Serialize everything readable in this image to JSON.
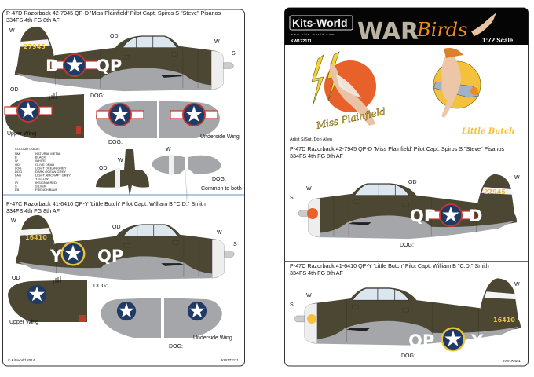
{
  "labels": {
    "od": "OD",
    "w": "W",
    "s": "S",
    "dog": "DOG:",
    "upper_wing": "Upper Wing",
    "underside_wing": "Underside Wing",
    "common": "Common to both"
  },
  "left_sheet": {
    "aircraft1": {
      "title": "P-47D Razorback 42-7945 QP-D 'Miss Plainfield' Pilot Capt. Spiros S \"Steve\" Pisanos",
      "unit": "334FS 4th FG 8th AF",
      "serial": "27945",
      "letter": "D",
      "squadron": "QP"
    },
    "colour_guide": {
      "title": "COLOUR GUIDE:",
      "items": [
        {
          "code": "NM",
          "name": "NATURAL METAL"
        },
        {
          "code": "B",
          "name": "BLACK"
        },
        {
          "code": "W",
          "name": "WHITE"
        },
        {
          "code": "OD",
          "name": "OLIVE DRAB"
        },
        {
          "code": "LOG",
          "name": "LIGHT OCEAN GREY"
        },
        {
          "code": "DOG",
          "name": "DARK OCEAN GREY"
        },
        {
          "code": "LAG",
          "name": "LIGHT AIRCRAFT GREY"
        },
        {
          "code": "Y",
          "name": "YELLOW"
        },
        {
          "code": "IR",
          "name": "INSIGNIA RED"
        },
        {
          "code": "S",
          "name": "SILVER"
        },
        {
          "code": "FB",
          "name": "FRENCH BLUE"
        }
      ]
    },
    "aircraft2": {
      "title": "P-47C Razorback 41-6410 QP-Y 'Little Butch' Pilot Capt. William B \"C.D.\" Smith",
      "unit": "334FS 4th FG 8th AF",
      "serial": "16410",
      "letter": "Y",
      "squadron": "QP"
    },
    "footer": {
      "copyright": "© Kitsworld 2014",
      "code": "KW172111"
    }
  },
  "right_sheet": {
    "header": {
      "brand": "Kits-World",
      "url": "www.kits-world.com",
      "code": "KW172111",
      "logo_war": "WAR",
      "logo_birds": "Birds",
      "scale": "1:72 Scale"
    },
    "nose_art": {
      "art1": "Miss Plainfield",
      "art2": "Little Butch",
      "artist": "Artist S/Sgt. Don Allen"
    },
    "aircraft1": {
      "title": "P-47D Razorback 42-7945 QP-D 'Miss Plainfield' Pilot Capt. Spiros S \"Steve\" Pisanos",
      "unit": "334FS 4th FG 8th AF",
      "serial": "27945",
      "letter": "D",
      "squadron": "QP"
    },
    "aircraft2": {
      "title": "P-47C Razorback 41-6410 QP-Y 'Little Butch' Pilot Capt. William B \"C.D.\" Smith",
      "unit": "334FS 4th FG 8th AF",
      "serial": "16410",
      "letter": "Y",
      "squadron": "QP"
    },
    "footer": {
      "code": "KW172111"
    }
  },
  "colors": {
    "olive_drab": "#4b4732",
    "dark_ocean_grey": "#a4a6a9",
    "insignia_blue": "#1f3a66",
    "insignia_red": "#c0392b",
    "yellow": "#e8c23a",
    "divider": "#7fa6c9"
  }
}
